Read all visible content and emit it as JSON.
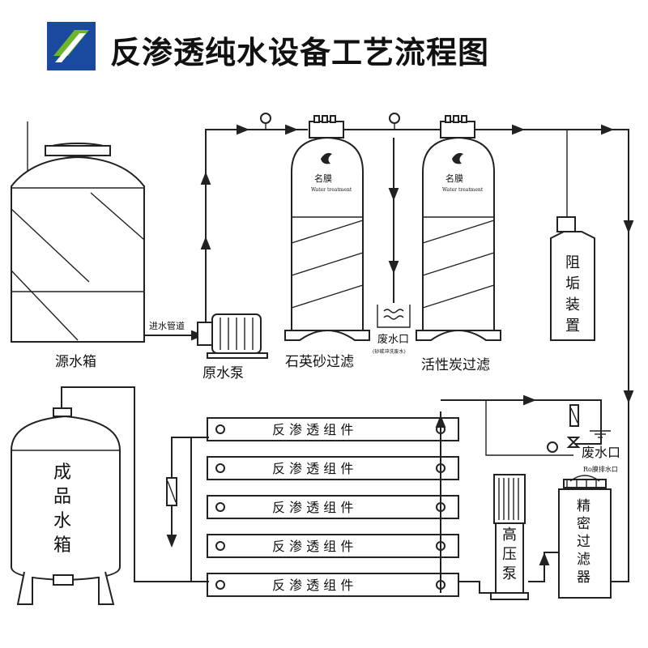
{
  "header": {
    "title": "反渗透纯水设备工艺流程图",
    "logo_colors": {
      "blue": "#1a49a0",
      "green": "#6cb52d"
    }
  },
  "components": {
    "source_tank": "源水箱",
    "inlet_pipe": "进水管道",
    "raw_pump": "原水泵",
    "sand_filter": "石英砂过滤",
    "carbon_filter": "活性炭过滤",
    "waste_top": "废水口",
    "waste_top_note": "(砂碳冲洗废水)",
    "antiscalant": [
      "阻",
      "垢",
      "装",
      "置"
    ],
    "product_tank": [
      "成",
      "品",
      "水",
      "箱"
    ],
    "ro_module": "反 渗 透 组 件",
    "hp_pump": [
      "高",
      "压",
      "泵"
    ],
    "precision_filter": [
      "精",
      "密",
      "过",
      "滤",
      "器"
    ],
    "waste_ro": "废水口",
    "waste_ro_note": "Ro膜排水口",
    "vessel_brand": "名膜",
    "vessel_brand_sub": "Water treatment"
  },
  "ro_module_count": 5
}
